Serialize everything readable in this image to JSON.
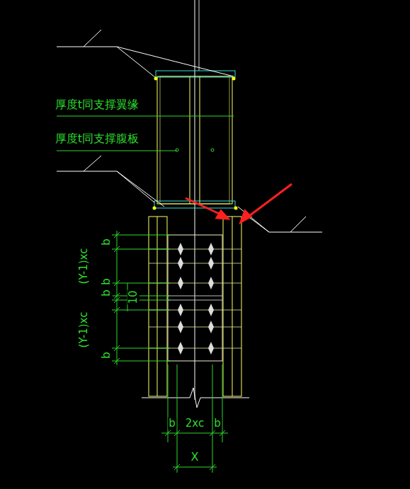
{
  "diagram": {
    "labels": [
      "厚度t同支撑翼缘",
      "厚度t同支撑腹板",
      "b",
      "(Y-1)xc",
      "b",
      "b",
      "10",
      "(Y-1)xc",
      "b",
      "b",
      "2xc",
      "b",
      "X"
    ]
  }
}
